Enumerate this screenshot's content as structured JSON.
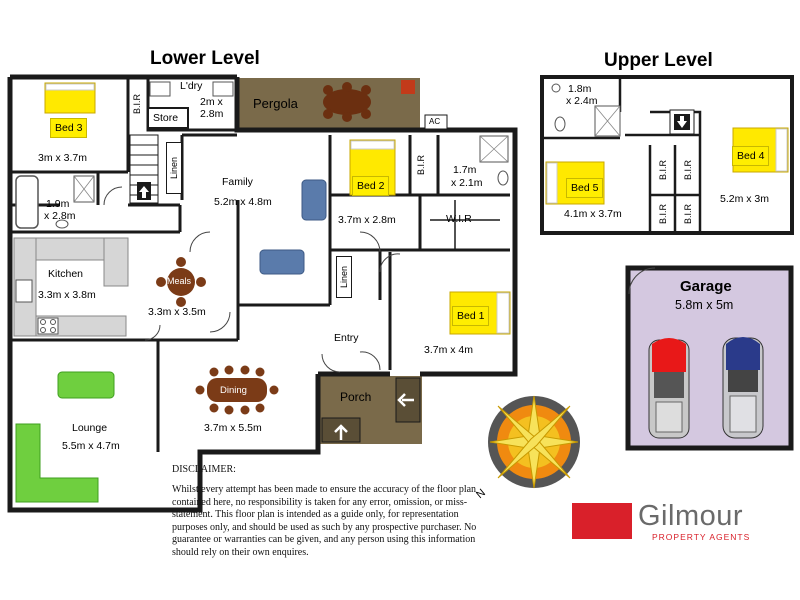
{
  "titles": {
    "lower": "Lower Level",
    "upper": "Upper Level"
  },
  "rooms": {
    "bed3_tag": "Bed 3",
    "bed3_size": "3m x 3.7m",
    "bir": "B.I.R",
    "laundry": "L'dry",
    "laundry_size1": "2m x",
    "laundry_size2": "2.8m",
    "store": "Store",
    "pergola": "Pergola",
    "ac": "AC",
    "linen": "Linen",
    "family": "Family",
    "family_size": "5.2m x 4.8m",
    "bed2_tag": "Bed 2",
    "bed2_size": "3.7m x 2.8m",
    "ens_size1": "1.7m",
    "ens_size2": "x 2.1m",
    "wir": "W.I.R",
    "bath_size1": "1.9m",
    "bath_size2": "x 2.8m",
    "kitchen": "Kitchen",
    "kitchen_size": "3.3m x 3.8m",
    "meals": "Meals",
    "meals_size": "3.3m x 3.5m",
    "bed1_tag": "Bed 1",
    "bed1_size": "3.7m x 4m",
    "entry": "Entry",
    "porch": "Porch",
    "lounge": "Lounge",
    "lounge_size": "5.5m x 4.7m",
    "dining": "Dining",
    "dining_size": "3.7m x 5.5m",
    "up_bath1": "1.8m",
    "up_bath2": "x 2.4m",
    "bed5_tag": "Bed 5",
    "bed5_size": "4.1m x 3.7m",
    "bed4_tag": "Bed 4",
    "bed4_size": "5.2m x 3m",
    "garage": "Garage",
    "garage_size": "5.8m x 5m"
  },
  "compass": {
    "north": "N"
  },
  "disclaimer": {
    "heading": "DISCLAIMER:",
    "lines": [
      "Whilst every attempt has been made to ensure the accuracy of the floor plan",
      "contained here, no responsibility is taken for any error, omission, or miss-",
      "statement. This floor plan is intended as a guide only, for representation",
      "purposes only, and should be used as such by any prospective purchaser. No",
      "guarantee or warranties can be given, and any person using this information",
      "should rely on their own enquires."
    ]
  },
  "brand": {
    "name": "Gilmour",
    "tagline": "PROPERTY AGENTS",
    "color": "#d9202a"
  },
  "colors": {
    "wall": "#1a1a1a",
    "label_bg": "#ffee00",
    "pergola": "#7a6a4a",
    "garage": "#d4c8e0",
    "sofa_blue": "#5a7bab",
    "sofa_green": "#6fcf3f",
    "table_brown": "#7b3b17"
  }
}
